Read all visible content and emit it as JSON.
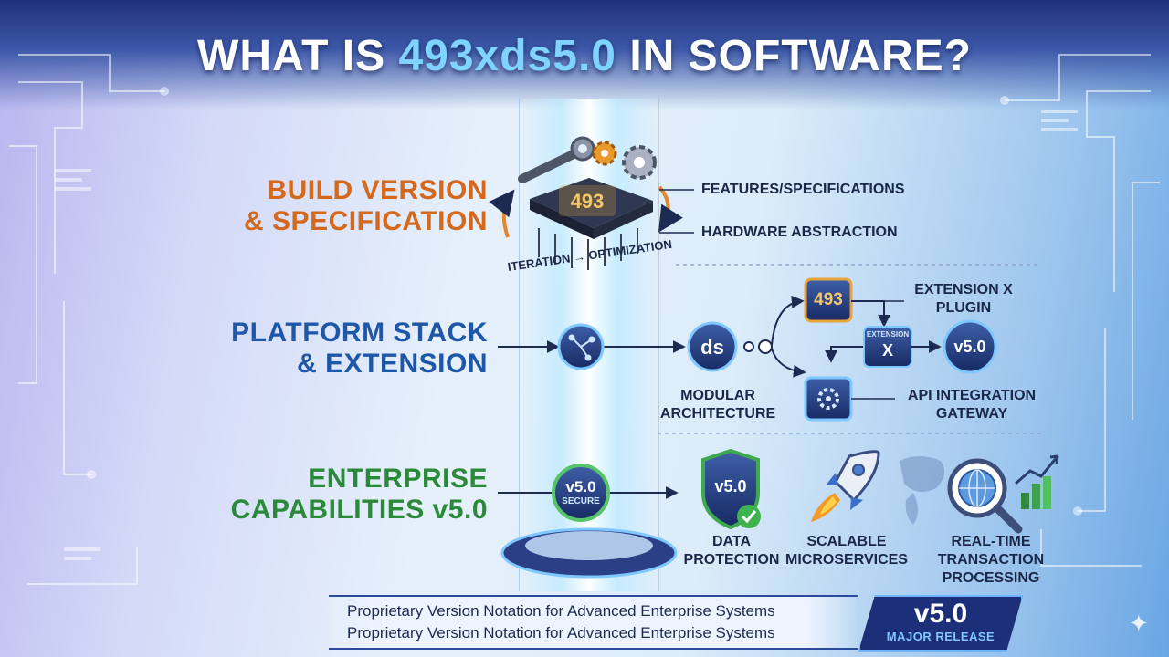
{
  "title": {
    "prefix": "WHAT IS ",
    "highlight": "493xds5.0",
    "suffix": " IN SOFTWARE?"
  },
  "sections": {
    "build": {
      "line1": "BUILD VERSION",
      "line2": "& SPECIFICATION",
      "color": "#d4681c"
    },
    "platform": {
      "line1": "PLATFORM STACK",
      "line2": "& EXTENSION",
      "color": "#1e57a8"
    },
    "enterprise": {
      "line1": "ENTERPRISE",
      "line2": "CAPABILITIES v5.0",
      "color": "#2b8a3a"
    }
  },
  "build": {
    "chip_label": "493",
    "features": "FEATURES/SPECIFICATIONS",
    "hardware": "HARDWARE ABSTRACTION",
    "cycle": "ITERATION → OPTIMIZATION",
    "icons": [
      "wrench-icon",
      "gear-icon",
      "microchip-icon"
    ]
  },
  "platform": {
    "ds_label": "ds",
    "box_493": "493",
    "ext_small": "EXTENSION",
    "ext_big": "X",
    "v50": "v5.0",
    "ext_plugin_1": "EXTENSION X",
    "ext_plugin_2": "PLUGIN",
    "modular_1": "MODULAR",
    "modular_2": "ARCHITECTURE",
    "api_1": "API INTEGRATION",
    "api_2": "GATEWAY",
    "icons": [
      "network-icon",
      "gear-icon"
    ]
  },
  "enterprise": {
    "secure_ver": "v5.0",
    "secure_sub": "SECURE",
    "shield_ver": "v5.0",
    "data_1": "DATA",
    "data_2": "PROTECTION",
    "scal_1": "SCALABLE",
    "scal_2": "MICROSERVICES",
    "rt_1": "REAL-TIME",
    "rt_2": "TRANSACTION",
    "rt_3": "PROCESSING",
    "icons": [
      "shield-check-icon",
      "rocket-icon",
      "globe-magnifier-icon",
      "bar-chart-icon"
    ]
  },
  "footer": {
    "line1": "Proprietary Version Notation for Advanced Enterprise Systems",
    "line2": "Proprietary Version Notation for Advanced Enterprise Systems"
  },
  "badge": {
    "version": "v5.0",
    "subtitle": "MAJOR RELEASE"
  },
  "colors": {
    "accent": "#7fd3ff",
    "navy": "#1c2f78",
    "orange": "#d4681c",
    "blue": "#1e57a8",
    "green": "#2b8a3a"
  }
}
